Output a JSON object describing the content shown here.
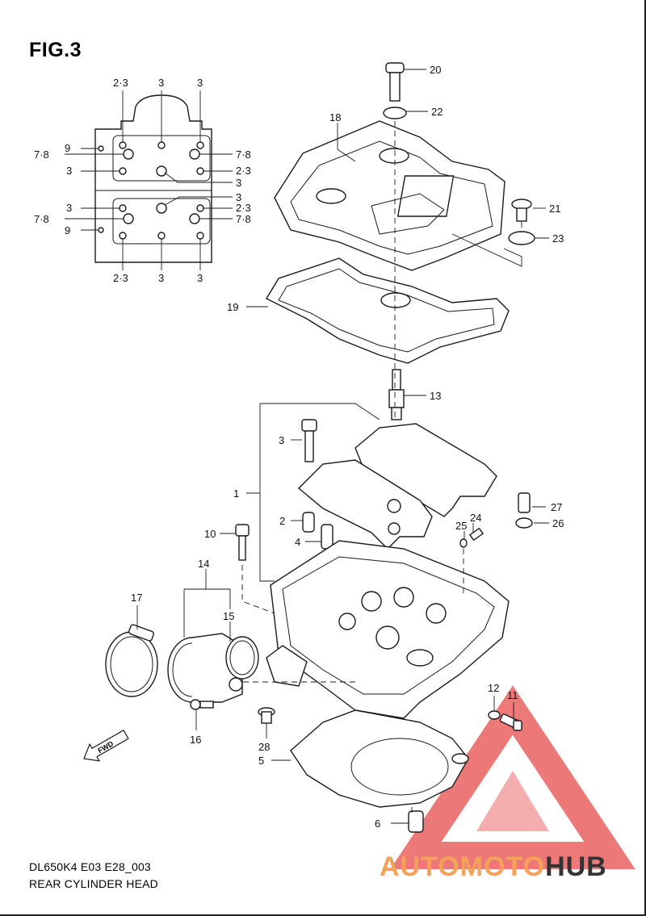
{
  "figure": {
    "title": "FIG.3",
    "model_code": "DL650K4 E03 E28_003",
    "name": "REAR CYLINDER HEAD"
  },
  "bolt_pattern_labels": {
    "top": [
      "2·3",
      "3",
      "3"
    ],
    "left": [
      "9",
      "7·8",
      "3",
      "3",
      "7·8",
      "9"
    ],
    "right": [
      "7·8",
      "2·3",
      "3",
      "3",
      "2·3",
      "7·8"
    ],
    "bottom": [
      "2·3",
      "3",
      "3"
    ]
  },
  "callouts": {
    "p1": "1",
    "p2": "2",
    "p3": "3",
    "p4": "4",
    "p5": "5",
    "p6": "6",
    "p10": "10",
    "p11": "11",
    "p12": "12",
    "p13": "13",
    "p14": "14",
    "p15": "15",
    "p16": "16",
    "p17": "17",
    "p18": "18",
    "p19": "19",
    "p20": "20",
    "p21": "21",
    "p22": "22",
    "p23": "23",
    "p24": "24",
    "p25": "25",
    "p26": "26",
    "p27": "27",
    "p28": "28"
  },
  "fwd_arrow_label": "FWD",
  "watermark": {
    "text_part1": "AUTOMOTO",
    "text_part2": "HUB",
    "color1": "#f4a259",
    "color2": "#333333",
    "logo_color": "#e84c4c"
  }
}
